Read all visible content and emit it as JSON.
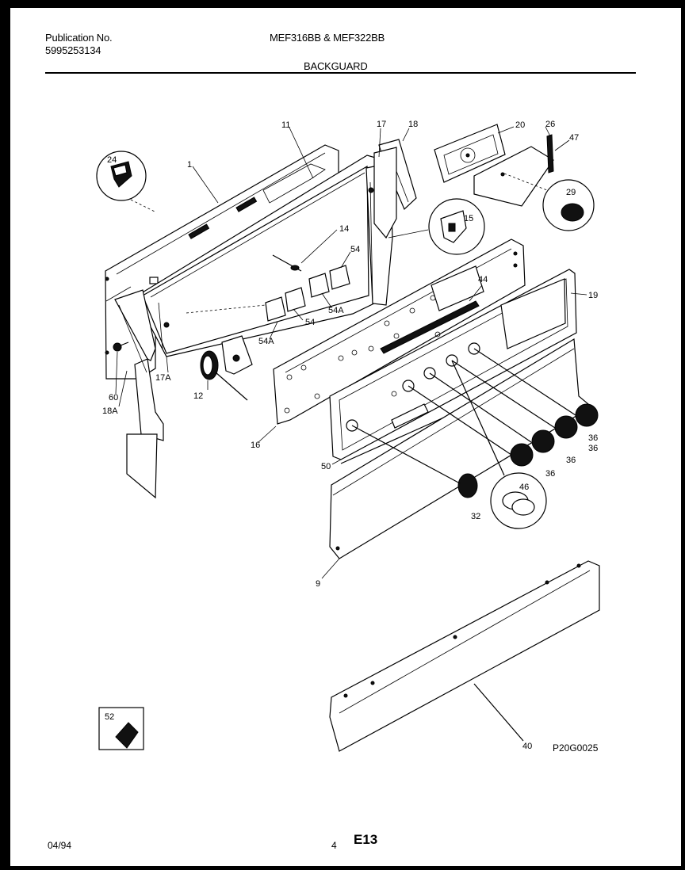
{
  "header": {
    "publication_label": "Publication No.",
    "publication_number": "5995253134",
    "models": "MEF316BB & MEF322BB",
    "section": "BACKGUARD"
  },
  "footer": {
    "date": "04/94",
    "page": "4",
    "page_code": "E13"
  },
  "diagram": {
    "code": "P20G0025",
    "part_numbers": {
      "p1": "1",
      "p9": "9",
      "p11": "11",
      "p12": "12",
      "p14": "14",
      "p15": "15",
      "p16": "16",
      "p17": "17",
      "p17a": "17A",
      "p18": "18",
      "p18a": "18A",
      "p19": "19",
      "p20": "20",
      "p24": "24",
      "p26": "26",
      "p29": "29",
      "p32": "32",
      "p36a": "36",
      "p36b": "36",
      "p36c": "36",
      "p36d": "36",
      "p40": "40",
      "p44": "44",
      "p46": "46",
      "p47": "47",
      "p50": "50",
      "p52": "52",
      "p54a": "54",
      "p54b": "54",
      "p54c": "54A",
      "p54d": "54A",
      "p60": "60"
    }
  }
}
